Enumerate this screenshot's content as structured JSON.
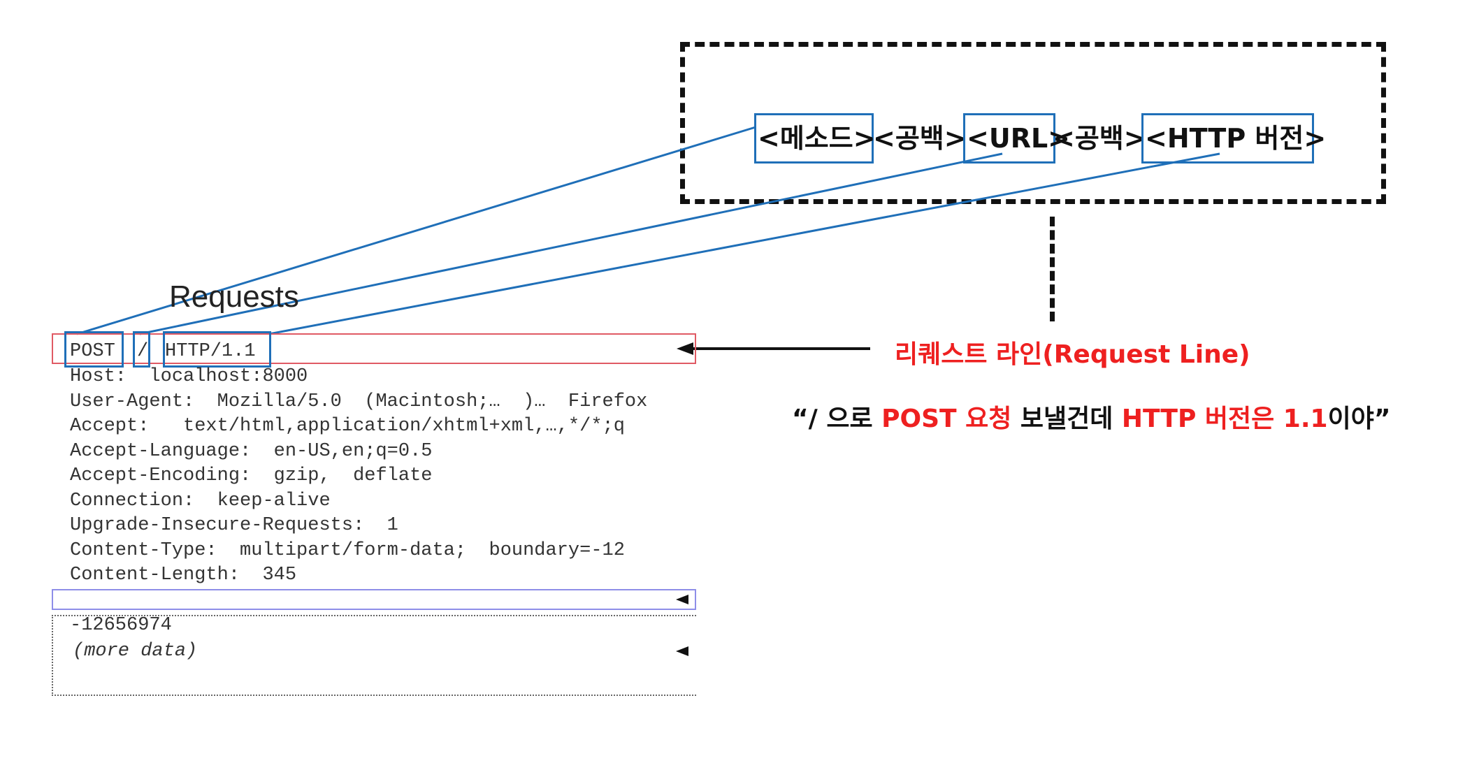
{
  "format": {
    "method": "<메소드>",
    "space1": "<공백>",
    "url": "<URL>",
    "space2": "<공백>",
    "version": "<HTTP 버전>"
  },
  "requests": {
    "title": "Requests",
    "request_line": {
      "method": "POST",
      "path": "/",
      "version": "HTTP/1.1"
    },
    "headers": [
      "Host:  localhost:8000",
      "User-Agent:  Mozilla/5.0  (Macintosh;…  )…  Firefox",
      "Accept:   text/html,application/xhtml+xml,…,*/*;q",
      "Accept-Language:  en-US,en;q=0.5",
      "Accept-Encoding:  gzip,  deflate",
      "Connection:  keep-alive",
      "Upgrade-Insecure-Requests:  1",
      "Content-Type:  multipart/form-data;  boundary=-12",
      "Content-Length:  345"
    ],
    "body": [
      "-12656974",
      "(more data)"
    ]
  },
  "annotations": {
    "request_line_label": "리퀘스트 라인(Request Line)",
    "quote": {
      "p1": "“/ 으로 ",
      "p2": "POST 요청",
      "p3": " 보낼건데 ",
      "p4": "HTTP 버전은 1.1",
      "p5": "이야”"
    }
  },
  "colors": {
    "callout_blue": "#1f6fb8",
    "annotation_red": "#ee2020",
    "request_line_border": "#e05a64",
    "blank_line_border": "#8e8ee8"
  }
}
